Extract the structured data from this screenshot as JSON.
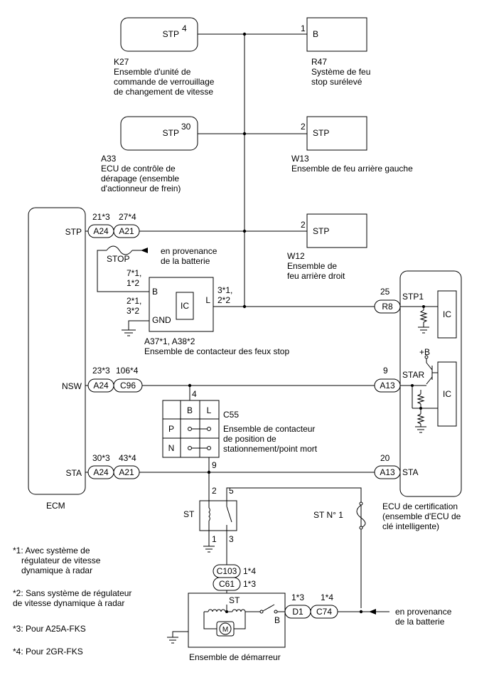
{
  "components": {
    "k27": {
      "pin_name": "STP",
      "pin_num": "4",
      "code": "K27",
      "desc": [
        "Ensemble d'unité de",
        "commande de verrouillage",
        "de changement de vitesse"
      ]
    },
    "r47": {
      "pin_name": "B",
      "pin_num": "1",
      "code": "R47",
      "desc": [
        "Système de feu",
        "stop surélevé"
      ]
    },
    "a33": {
      "pin_name": "STP",
      "pin_num": "30",
      "code": "A33",
      "desc": [
        "ECU de contrôle de",
        "dérapage (ensemble",
        "d'actionneur de frein)"
      ]
    },
    "w13": {
      "pin_name": "STP",
      "pin_num": "2",
      "code": "W13",
      "desc": [
        "Ensemble de feu arrière gauche"
      ]
    },
    "w12": {
      "pin_name": "STP",
      "pin_num": "2",
      "code": "W12",
      "desc": [
        "Ensemble de",
        "feu arrière droit"
      ]
    },
    "ecm": {
      "label": "ECM",
      "pins": {
        "stp": "STP",
        "nsw": "NSW",
        "sta": "STA"
      }
    },
    "fuse": {
      "label": "STOP",
      "from": [
        "en provenance",
        "de la batterie"
      ]
    },
    "stop_switch": {
      "code": "A37*1, A38*2",
      "desc": "Ensemble de contacteur des feux stop",
      "pin_b": "B",
      "pin_gnd": "GND",
      "pin_l": "L",
      "ic": "IC",
      "pin_b_num": [
        "7*1,",
        "1*2"
      ],
      "pin_gnd_num": [
        "2*1,",
        "3*2"
      ],
      "pin_l_num": [
        "3*1,",
        "2*2"
      ]
    },
    "cert_ecu": {
      "desc": [
        "ECU de certification",
        "(ensemble d'ECU de",
        "clé intelligente)"
      ],
      "stp1": "STP1",
      "star": "STAR",
      "sta": "STA",
      "ic": "IC",
      "plus_b": "+B"
    },
    "park_switch": {
      "code": "C55",
      "desc": [
        "Ensemble de contacteur",
        "de position de",
        "stationnement/point mort"
      ],
      "col_b": "B",
      "col_l": "L",
      "row_p": "P",
      "row_n": "N",
      "pin_top": "4",
      "pin_bottom": "9"
    },
    "relay": {
      "label": "ST",
      "fuse_label": "ST N° 1",
      "pin2": "2",
      "pin5": "5",
      "pin1": "1",
      "pin3": "3"
    },
    "starter": {
      "label": "ST",
      "pin_b": "B",
      "desc": "Ensemble de démarreur",
      "motor": "M",
      "from": [
        "en provenance",
        "de la batterie"
      ]
    }
  },
  "connectors": {
    "ecm_stp": {
      "a": "A24",
      "a_note": "21*3",
      "b": "A21",
      "b_note": "27*4"
    },
    "ecm_nsw": {
      "a": "A24",
      "a_note": "23*3",
      "b": "C96",
      "b_note": "106*4"
    },
    "ecm_sta": {
      "a": "A24",
      "a_note": "30*3",
      "b": "A21",
      "b_note": "43*4"
    },
    "cert_r8": {
      "code": "R8",
      "pin": "25"
    },
    "cert_a13_star": {
      "code": "A13",
      "pin": "9"
    },
    "cert_a13_sta": {
      "code": "A13",
      "pin": "20"
    },
    "starter_c103": {
      "code": "C103",
      "note": "1*4"
    },
    "starter_c61": {
      "code": "C61",
      "note": "1*3"
    },
    "starter_d1": {
      "code": "D1",
      "note": "1*3"
    },
    "starter_c74": {
      "code": "C74",
      "note": "1*4"
    }
  },
  "notes": [
    [
      "*1: Avec système de",
      "régulateur de vitesse",
      "dynamique à radar"
    ],
    [
      "*2: Sans système de régulateur",
      "de vitesse dynamique à radar"
    ],
    [
      "*3: Pour A25A-FKS"
    ],
    [
      "*4: Pour 2GR-FKS"
    ]
  ]
}
